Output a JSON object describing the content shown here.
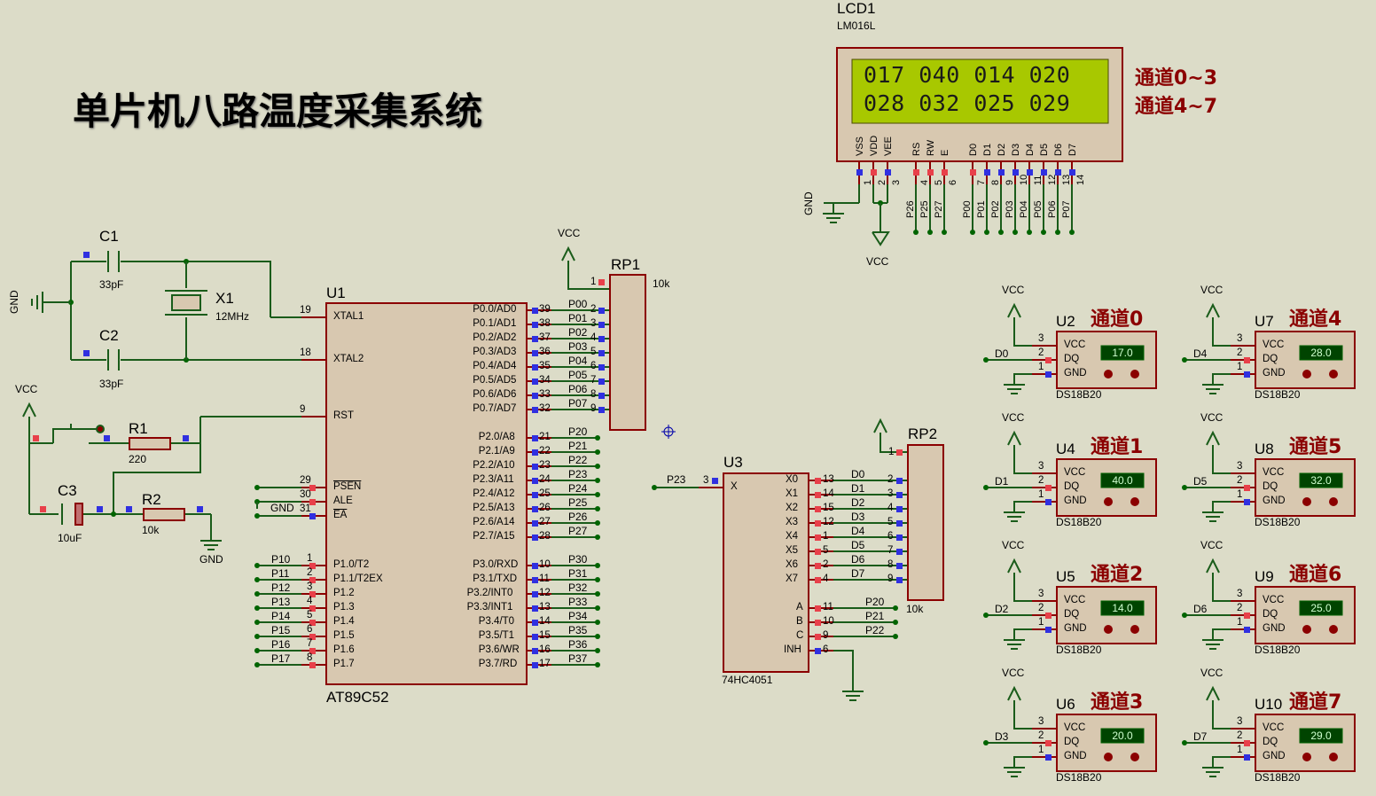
{
  "title": "单片机八路温度采集系统",
  "lcd": {
    "ref": "LCD1",
    "model": "LM016L",
    "row1": "017 040 014 020",
    "row2": "028 032 025 029",
    "label_row1": "通道0~3",
    "label_row2": "通道4~7",
    "pin_names": [
      "VSS",
      "VDD",
      "VEE",
      "RS",
      "RW",
      "E",
      "D0",
      "D1",
      "D2",
      "D3",
      "D4",
      "D5",
      "D6",
      "D7"
    ],
    "pin_numbers": [
      "1",
      "2",
      "3",
      "4",
      "5",
      "6",
      "7",
      "8",
      "9",
      "10",
      "11",
      "12",
      "13",
      "14"
    ],
    "net_labels": [
      "P26",
      "P25",
      "P27",
      "P00",
      "P01",
      "P02",
      "P03",
      "P04",
      "P05",
      "P06",
      "P07"
    ],
    "gnd": "GND",
    "vcc": "VCC"
  },
  "mcu": {
    "ref": "U1",
    "model": "AT89C52",
    "left_pins": [
      {
        "num": "19",
        "name": "XTAL1"
      },
      {
        "num": "18",
        "name": "XTAL2"
      },
      {
        "num": "9",
        "name": "RST"
      },
      {
        "num": "29",
        "name": "PSEN"
      },
      {
        "num": "30",
        "name": "ALE"
      },
      {
        "num": "31",
        "name": "EA"
      }
    ],
    "p1_pins": [
      {
        "num": "1",
        "name": "P1.0/T2",
        "net": "P10"
      },
      {
        "num": "2",
        "name": "P1.1/T2EX",
        "net": "P11"
      },
      {
        "num": "3",
        "name": "P1.2",
        "net": "P12"
      },
      {
        "num": "4",
        "name": "P1.3",
        "net": "P13"
      },
      {
        "num": "5",
        "name": "P1.4",
        "net": "P14"
      },
      {
        "num": "6",
        "name": "P1.5",
        "net": "P15"
      },
      {
        "num": "7",
        "name": "P1.6",
        "net": "P16"
      },
      {
        "num": "8",
        "name": "P1.7",
        "net": "P17"
      }
    ],
    "p0_pins": [
      {
        "num": "39",
        "name": "P0.0/AD0",
        "net": "P00",
        "rp": "2"
      },
      {
        "num": "38",
        "name": "P0.1/AD1",
        "net": "P01",
        "rp": "3"
      },
      {
        "num": "37",
        "name": "P0.2/AD2",
        "net": "P02",
        "rp": "4"
      },
      {
        "num": "36",
        "name": "P0.3/AD3",
        "net": "P03",
        "rp": "5"
      },
      {
        "num": "35",
        "name": "P0.4/AD4",
        "net": "P04",
        "rp": "6"
      },
      {
        "num": "34",
        "name": "P0.5/AD5",
        "net": "P05",
        "rp": "7"
      },
      {
        "num": "33",
        "name": "P0.6/AD6",
        "net": "P06",
        "rp": "8"
      },
      {
        "num": "32",
        "name": "P0.7/AD7",
        "net": "P07",
        "rp": "9"
      }
    ],
    "p2_pins": [
      {
        "num": "21",
        "name": "P2.0/A8",
        "net": "P20"
      },
      {
        "num": "22",
        "name": "P2.1/A9",
        "net": "P21"
      },
      {
        "num": "23",
        "name": "P2.2/A10",
        "net": "P22"
      },
      {
        "num": "24",
        "name": "P2.3/A11",
        "net": "P23"
      },
      {
        "num": "25",
        "name": "P2.4/A12",
        "net": "P24"
      },
      {
        "num": "26",
        "name": "P2.5/A13",
        "net": "P25"
      },
      {
        "num": "27",
        "name": "P2.6/A14",
        "net": "P26"
      },
      {
        "num": "28",
        "name": "P2.7/A15",
        "net": "P27"
      }
    ],
    "p3_pins": [
      {
        "num": "10",
        "name": "P3.0/RXD",
        "net": "P30"
      },
      {
        "num": "11",
        "name": "P3.1/TXD",
        "net": "P31"
      },
      {
        "num": "12",
        "name": "P3.2/INT0",
        "net": "P32"
      },
      {
        "num": "13",
        "name": "P3.3/INT1",
        "net": "P33"
      },
      {
        "num": "14",
        "name": "P3.4/T0",
        "net": "P34"
      },
      {
        "num": "15",
        "name": "P3.5/T1",
        "net": "P35"
      },
      {
        "num": "16",
        "name": "P3.6/WR",
        "net": "P36"
      },
      {
        "num": "17",
        "name": "P3.7/RD",
        "net": "P37"
      }
    ],
    "gnd_label": "GND"
  },
  "clock": {
    "c1_ref": "C1",
    "c1_val": "33pF",
    "c2_ref": "C2",
    "c2_val": "33pF",
    "x1_ref": "X1",
    "x1_val": "12MHz",
    "gnd": "GND"
  },
  "reset": {
    "vcc": "VCC",
    "r1_ref": "R1",
    "r1_val": "220",
    "c3_ref": "C3",
    "c3_val": "10uF",
    "r2_ref": "R2",
    "r2_val": "10k",
    "gnd": "GND"
  },
  "rp1": {
    "ref": "RP1",
    "val": "10k",
    "vcc": "VCC",
    "pin1": "1"
  },
  "rp2": {
    "ref": "RP2",
    "val": "10k",
    "pin1": "1"
  },
  "mux": {
    "ref": "U3",
    "model": "74HC4051",
    "x_pin": {
      "num": "3",
      "name": "X",
      "net": "P23"
    },
    "x_pins": [
      {
        "num": "13",
        "name": "X0",
        "net": "D0",
        "rp": "2"
      },
      {
        "num": "14",
        "name": "X1",
        "net": "D1",
        "rp": "3"
      },
      {
        "num": "15",
        "name": "X2",
        "net": "D2",
        "rp": "4"
      },
      {
        "num": "12",
        "name": "X3",
        "net": "D3",
        "rp": "5"
      },
      {
        "num": "1",
        "name": "X4",
        "net": "D4",
        "rp": "6"
      },
      {
        "num": "5",
        "name": "X5",
        "net": "D5",
        "rp": "7"
      },
      {
        "num": "2",
        "name": "X6",
        "net": "D6",
        "rp": "8"
      },
      {
        "num": "4",
        "name": "X7",
        "net": "D7",
        "rp": "9"
      }
    ],
    "ctrl_pins": [
      {
        "num": "11",
        "name": "A",
        "net": "P20"
      },
      {
        "num": "10",
        "name": "B",
        "net": "P21"
      },
      {
        "num": "9",
        "name": "C",
        "net": "P22"
      },
      {
        "num": "6",
        "name": "INH",
        "net": ""
      }
    ]
  },
  "sensors": [
    {
      "ref": "U2",
      "channel": "通道0",
      "net": "D0",
      "temp": "17.0",
      "model": "DS18B20"
    },
    {
      "ref": "U4",
      "channel": "通道1",
      "net": "D1",
      "temp": "40.0",
      "model": "DS18B20"
    },
    {
      "ref": "U5",
      "channel": "通道2",
      "net": "D2",
      "temp": "14.0",
      "model": "DS18B20"
    },
    {
      "ref": "U6",
      "channel": "通道3",
      "net": "D3",
      "temp": "20.0",
      "model": "DS18B20"
    },
    {
      "ref": "U7",
      "channel": "通道4",
      "net": "D4",
      "temp": "28.0",
      "model": "DS18B20"
    },
    {
      "ref": "U8",
      "channel": "通道5",
      "net": "D5",
      "temp": "32.0",
      "model": "DS18B20"
    },
    {
      "ref": "U9",
      "channel": "通道6",
      "net": "D6",
      "temp": "25.0",
      "model": "DS18B20"
    },
    {
      "ref": "U10",
      "channel": "通道7",
      "net": "D7",
      "temp": "29.0",
      "model": "DS18B20"
    }
  ],
  "sensor_pins": {
    "vcc": "VCC",
    "dq": "DQ",
    "gnd": "GND",
    "n3": "3",
    "n2": "2",
    "n1": "1",
    "supply": "VCC"
  },
  "colors": {
    "background": "#dcdcc8",
    "wire": "#006400",
    "body": "#d8c8b0",
    "outline": "#8b0000",
    "lcd_screen": "#a8c800",
    "pin_red": "#e8404a",
    "pin_blue": "#3030e0",
    "display": "#004400"
  }
}
